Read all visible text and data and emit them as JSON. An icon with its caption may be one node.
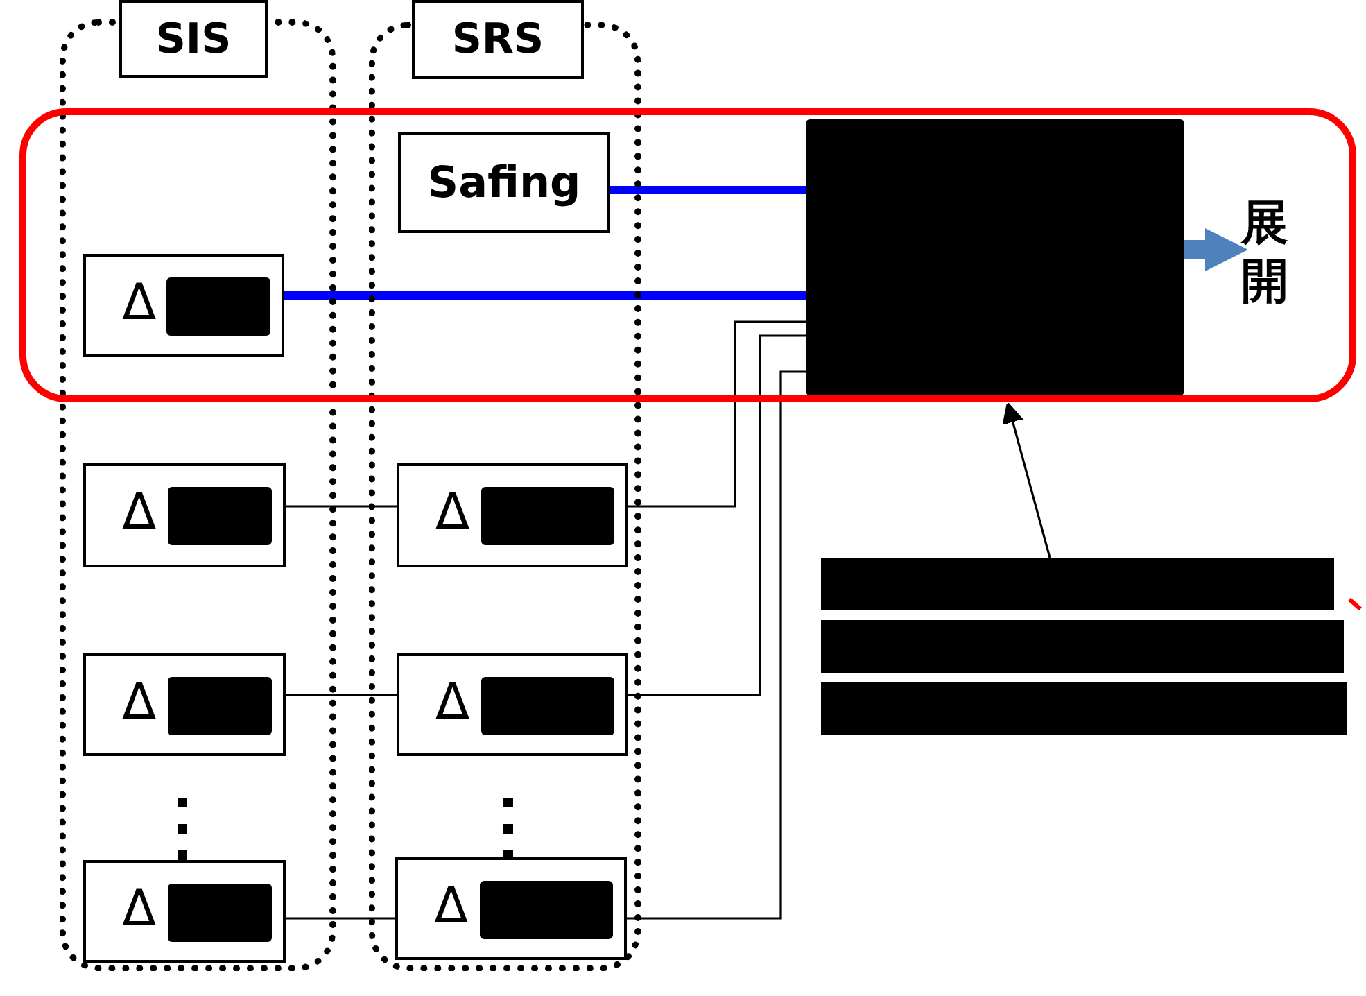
{
  "diagram": {
    "nodes": [
      {
        "text": [
          "SIS"
        ]
      },
      {
        "text": [
          "SRS"
        ]
      },
      {
        "text": [],
        "shape": "box"
      },
      {
        "text": [
          "Safing"
        ]
      },
      {
        "text": [
          "Δ"
        ]
      },
      {
        "text": [],
        "shape": "box",
        "in": 2
      },
      {
        "text": [
          "Δ"
        ],
        "in": 0
      },
      {
        "text": [
          "Δ"
        ],
        "in": 1
      },
      {
        "text": [
          "Δ"
        ],
        "in": 0
      },
      {
        "text": [
          "Δ"
        ],
        "in": 1
      },
      {
        "text": [
          "Δ"
        ],
        "in": 0
      },
      {
        "text": [
          "Δ"
        ],
        "in": 1
      },
      {
        "text": [],
        "shape": "bar"
      },
      {
        "text": [],
        "shape": "bar"
      },
      {
        "text": [],
        "shape": "bar"
      },
      {
        "text": [
          "展開"
        ],
        "in": 2
      }
    ],
    "edges": [
      {
        "from": 3,
        "to": 5,
        "arrow": "none",
        "style": "thick",
        "color": "#0000ff"
      },
      {
        "from": 4,
        "to": 5,
        "arrow": "none",
        "style": "thick",
        "color": "#0000ff"
      },
      {
        "from": 5,
        "to": 15,
        "arrow": "to",
        "style": "thick",
        "color": "#4f81bd"
      },
      {
        "from": 6,
        "to": 7,
        "arrow": "none"
      },
      {
        "from": 7,
        "to": 5,
        "arrow": "none"
      },
      {
        "from": 8,
        "to": 9,
        "arrow": "none"
      },
      {
        "from": 9,
        "to": 5,
        "arrow": "none"
      },
      {
        "from": 10,
        "to": 11,
        "arrow": "none"
      },
      {
        "from": 11,
        "to": 5,
        "arrow": "none"
      },
      {
        "from": 12,
        "to": 2,
        "arrow": "to"
      }
    ]
  }
}
